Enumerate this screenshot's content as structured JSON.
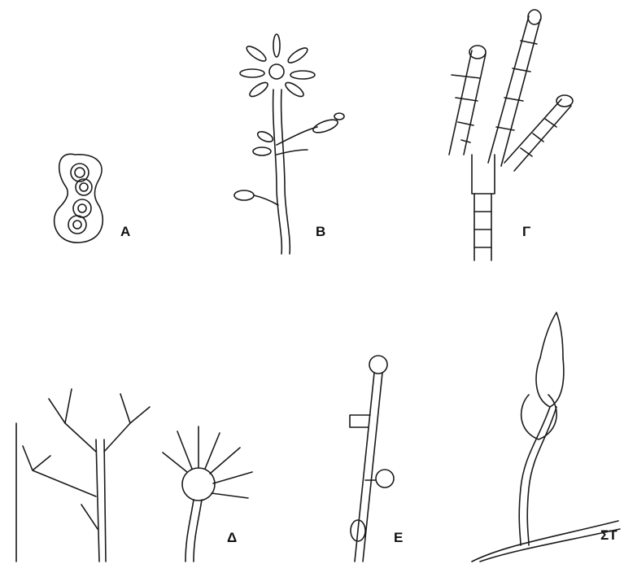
{
  "panels": {
    "a": {
      "label": "A"
    },
    "b": {
      "label": "B"
    },
    "g": {
      "label": "Γ"
    },
    "d": {
      "label": "Δ"
    },
    "e": {
      "label": "E"
    },
    "st": {
      "label": "ΣΤ"
    }
  }
}
